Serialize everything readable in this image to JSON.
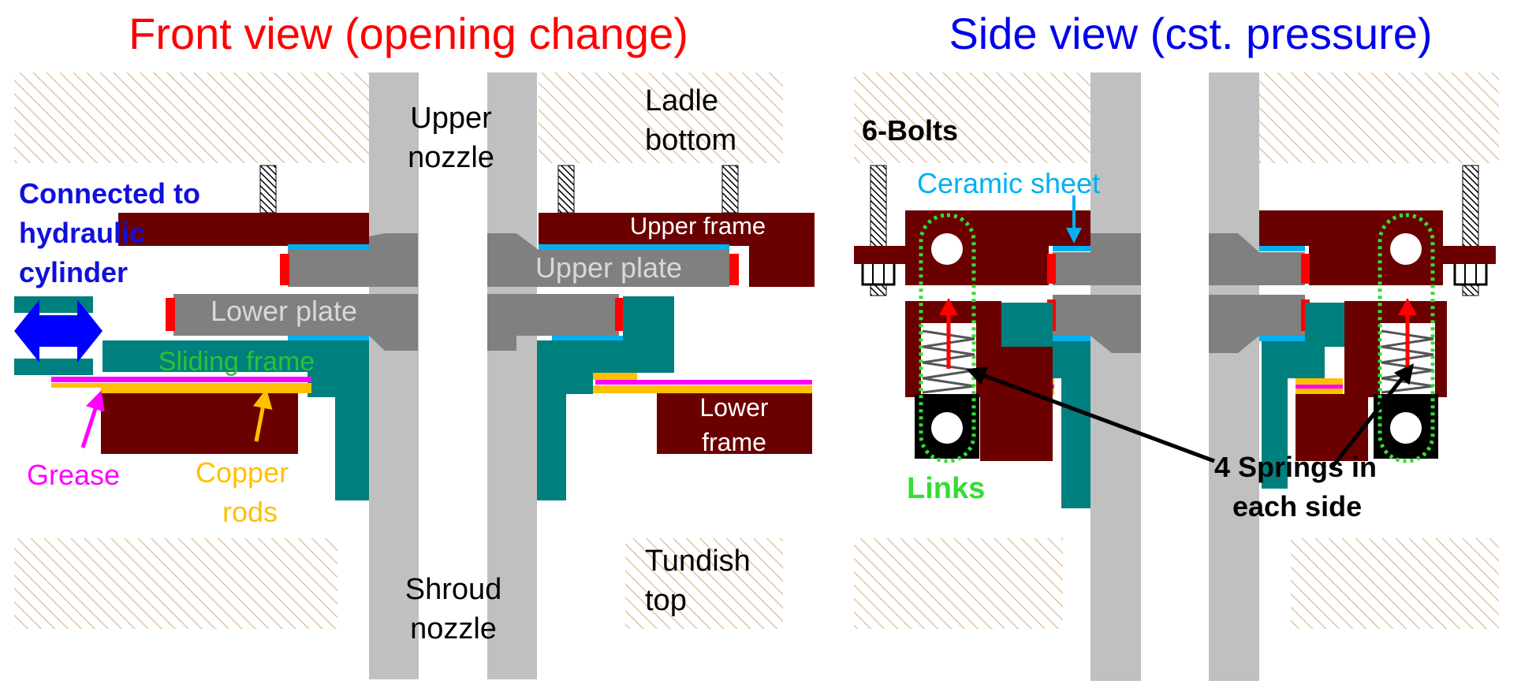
{
  "front_view": {
    "title": "Front view (opening change)",
    "labels": {
      "upper_nozzle": [
        "Upper",
        "nozzle"
      ],
      "ladle_bottom": [
        "Ladle",
        "bottom"
      ],
      "connected": [
        "Connected to",
        "hydraulic",
        "cylinder"
      ],
      "upper_frame": "Upper frame",
      "upper_plate": "Upper plate",
      "lower_plate": "Lower plate",
      "sliding_frame": "Sliding frame",
      "lower_frame": [
        "Lower",
        "frame"
      ],
      "grease": "Grease",
      "copper_rods": [
        "Copper",
        "rods"
      ],
      "shroud_nozzle": [
        "Shroud",
        "nozzle"
      ],
      "tundish_top": [
        "Tundish",
        "top"
      ]
    }
  },
  "side_view": {
    "title": "Side view (cst. pressure)",
    "labels": {
      "bolts": "6-Bolts",
      "ceramic_sheet": "Ceramic sheet",
      "links": "Links",
      "springs": [
        "4 Springs in",
        "each side"
      ]
    }
  },
  "colors": {
    "front_title": "#ff0000",
    "side_title": "#0000ee",
    "refractory_hatch": "#e3c4a0",
    "nozzle_gray": "#c0c0c0",
    "plate_gray": "#808080",
    "frame_maroon": "#6b0000",
    "sliding_teal": "#007f7f",
    "ceramic_blue": "#00b0f0",
    "seal_red": "#ff0000",
    "grease_magenta": "#ff00ff",
    "copper_orange": "#ffc000",
    "cylinder_blue": "#0000ff",
    "links_green": "#33dd33",
    "label_blue": "#1010dd",
    "label_sliding_green": "#30c030"
  }
}
